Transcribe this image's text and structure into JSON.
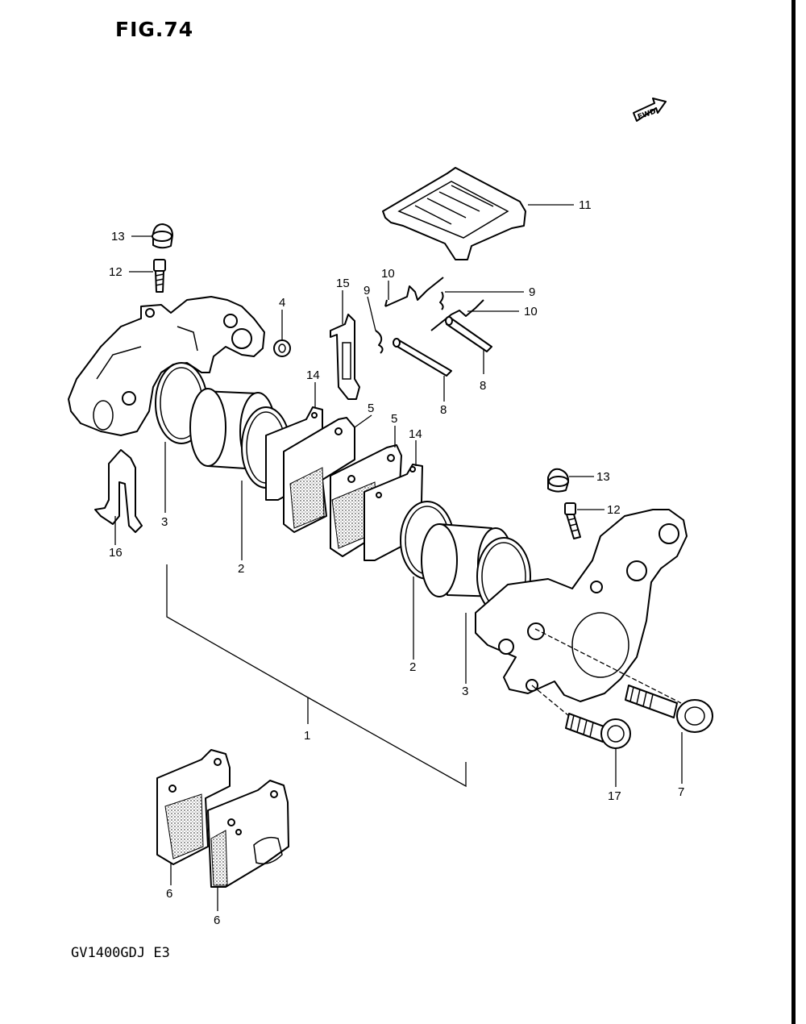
{
  "figure": {
    "title": "FIG.74",
    "model": "GV1400GDJ E3",
    "fwd_label": "FWD"
  },
  "labels": {
    "l1": "1",
    "l2a": "2",
    "l2b": "2",
    "l3a": "3",
    "l3b": "3",
    "l4": "4",
    "l5a": "5",
    "l5b": "5",
    "l6a": "6",
    "l6b": "6",
    "l7": "7",
    "l8a": "8",
    "l8b": "8",
    "l9a": "9",
    "l9b": "9",
    "l10a": "10",
    "l10b": "10",
    "l11": "11",
    "l12a": "12",
    "l12b": "12",
    "l13a": "13",
    "l13b": "13",
    "l14a": "14",
    "l14b": "14",
    "l15": "15",
    "l16": "16",
    "l17": "17"
  }
}
